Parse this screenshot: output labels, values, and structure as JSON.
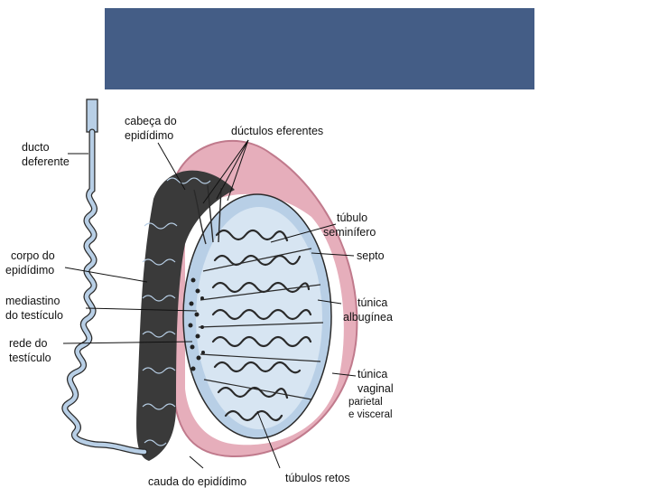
{
  "colors": {
    "title_bar": "#445d86",
    "tubule_fill": "#b8cfe6",
    "tubule_stroke": "#2a2a2a",
    "tunica_pink": "#e6aebb",
    "tunica_edge": "#c07a8c",
    "lumen_light": "#d7e5f2",
    "epididymis_dark": "#3a3a3a"
  },
  "labels": {
    "ducto_deferente_1": "ducto",
    "ducto_deferente_2": "deferente",
    "cabeca_1": "cabeça do",
    "cabeca_2": "epidídimo",
    "ductulos": "dúctulos eferentes",
    "tubulo_1": "túbulo",
    "tubulo_2": "seminífero",
    "corpo_1": "corpo do",
    "corpo_2": "epidídimo",
    "septo": "septo",
    "mediastino_1": "mediastino",
    "mediastino_2": "do testículo",
    "tunica_alb_1": "túnica",
    "tunica_alb_2": "albugínea",
    "rede_1": "rede do",
    "rede_2": "testículo",
    "tunica_vag_1": "túnica",
    "tunica_vag_2": "vaginal",
    "tunica_vag_3": "parietal",
    "tunica_vag_4": "e visceral",
    "cauda": "cauda do epidídimo",
    "tubulos_retos": "túbulos retos"
  }
}
